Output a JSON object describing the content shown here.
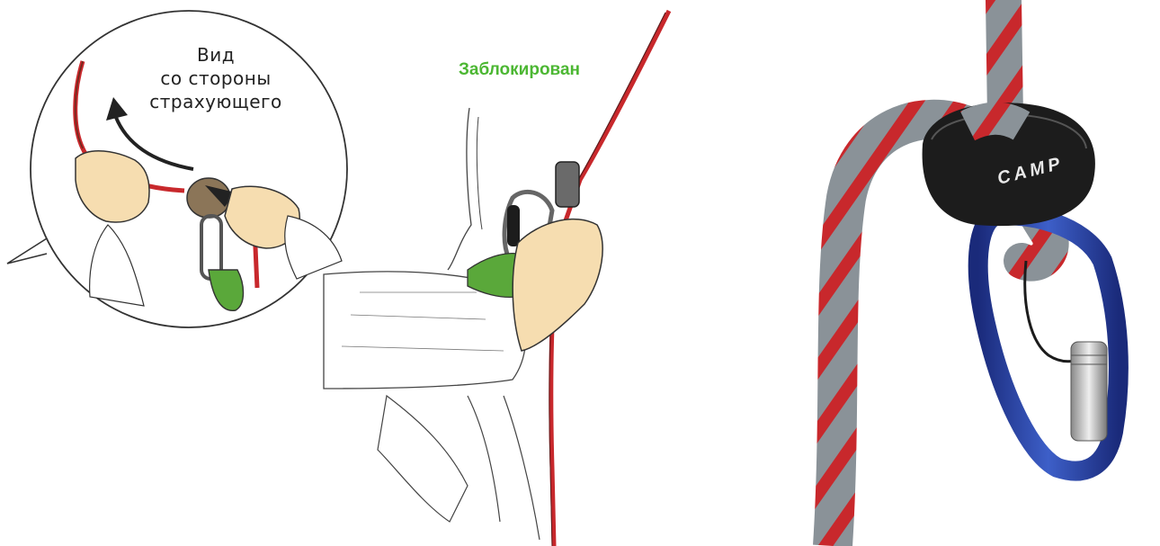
{
  "inset": {
    "caption_lines": [
      "Вид",
      "со стороны",
      "страхующего"
    ]
  },
  "main": {
    "status_label": "Заблокирован",
    "status_color": "#4cb733"
  },
  "photo": {
    "device_brand": "CAMP"
  },
  "colors": {
    "rope_red": "#c8282c",
    "rope_grey": "#8a9298",
    "carabiner_blue": "#2a3f9e",
    "device_black": "#1c1c1c",
    "sling_green": "#5aa83a"
  }
}
